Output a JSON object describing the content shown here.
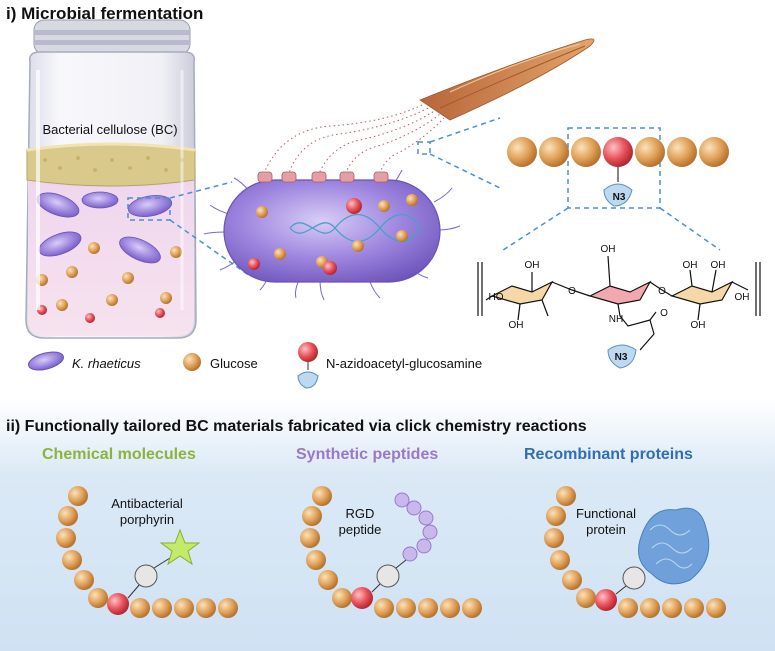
{
  "section1": {
    "title": "i) Microbial fermentation"
  },
  "jar": {
    "label": "Bacterial cellulose (BC)"
  },
  "azide_symbol": "N3",
  "legend": {
    "organism": "K. rhaeticus",
    "glucose": "Glucose",
    "azido_sugar": "N-azidoacetyl-glucosamine"
  },
  "structure": {
    "oh": "OH",
    "ho": "HO",
    "nh": "NH",
    "o": "O",
    "azide": "N3"
  },
  "section2": {
    "title": "ii) Functionally tailored BC materials fabricated via click chemistry reactions"
  },
  "panels": [
    {
      "heading": "Chemical molecules",
      "color": "#8db43a",
      "label_line1": "Antibacterial",
      "label_line2": "porphyrin"
    },
    {
      "heading": "Synthetic peptides",
      "color": "#9a78c8",
      "label_line1": "RGD",
      "label_line2": "peptide"
    },
    {
      "heading": "Recombinant proteins",
      "color": "#2f6fb5",
      "label_line1": "Functional",
      "label_line2": "protein"
    }
  ],
  "colors": {
    "glucose": "#e0a15a",
    "azide_bead": "#e8505a",
    "bacterium": "#8b6fd6",
    "bc_layer": "#d9c98a"
  }
}
